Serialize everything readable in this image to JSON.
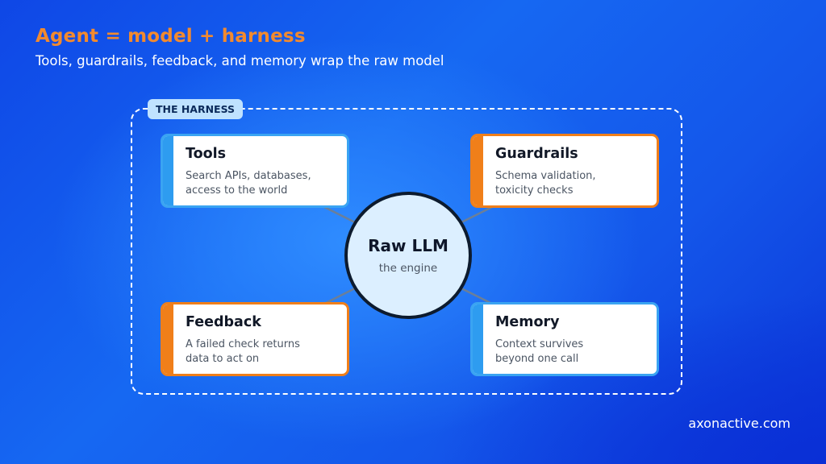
{
  "header": {
    "title": "Agent = model + harness",
    "subtitle": "Tools, guardrails, feedback, and memory wrap the raw model"
  },
  "harness": {
    "label": "THE HARNESS"
  },
  "center": {
    "title": "Raw LLM",
    "subtitle": "the engine"
  },
  "cards": {
    "tools": {
      "title": "Tools",
      "line1": "Search APIs, databases,",
      "line2": "access to the world",
      "accent": "blue"
    },
    "guardrails": {
      "title": "Guardrails",
      "line1": "Schema validation,",
      "line2": "toxicity checks",
      "accent": "orange"
    },
    "feedback": {
      "title": "Feedback",
      "line1": "A failed check returns",
      "line2": "data to act on",
      "accent": "orange"
    },
    "memory": {
      "title": "Memory",
      "line1": "Context survives",
      "line2": "beyond one call",
      "accent": "blue"
    }
  },
  "colors": {
    "accent_orange": "#f07f1a",
    "accent_blue": "#2e9cf0",
    "title_orange": "#f28a2e",
    "label_bg": "#bfe2ff",
    "center_fill": "#dcefff"
  },
  "footer": {
    "site": "axonactive.com"
  }
}
